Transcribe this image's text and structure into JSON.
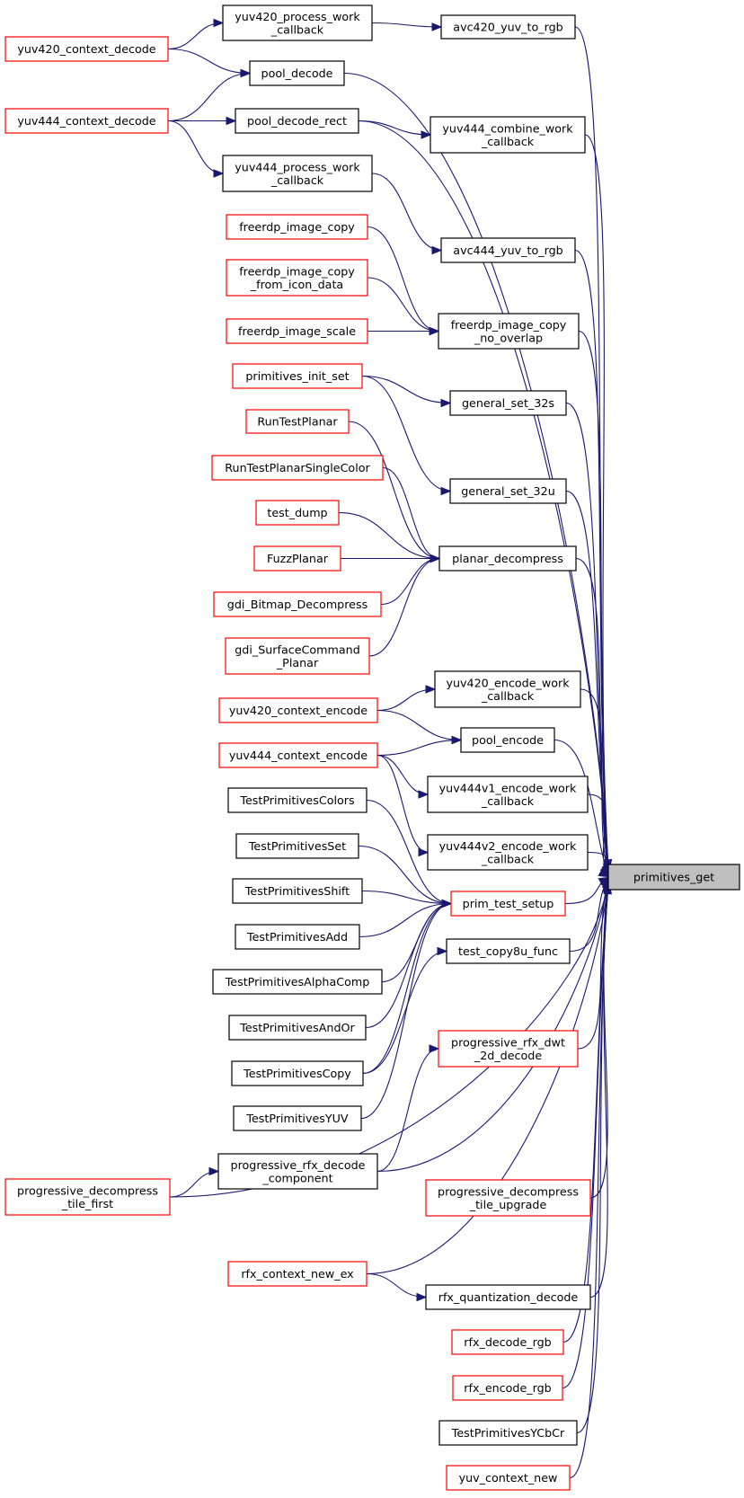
{
  "diagram": {
    "description_kind": "doxygen caller graph",
    "colors": {
      "edge": "#191970",
      "node_border": "#000000",
      "node_border_highlight": "#ff0000",
      "target_fill": "#bfbfbf",
      "background": "#ffffff"
    },
    "target": "primitives_get",
    "nodes": {
      "yuv420_process_work_callback": {
        "lines": [
          "yuv420_process_work",
          "_callback"
        ],
        "style": "normal"
      },
      "avc420_yuv_to_rgb": {
        "lines": [
          "avc420_yuv_to_rgb"
        ],
        "style": "normal"
      },
      "yuv420_context_decode": {
        "lines": [
          "yuv420_context_decode"
        ],
        "style": "red"
      },
      "pool_decode": {
        "lines": [
          "pool_decode"
        ],
        "style": "normal"
      },
      "yuv444_context_decode": {
        "lines": [
          "yuv444_context_decode"
        ],
        "style": "red"
      },
      "pool_decode_rect": {
        "lines": [
          "pool_decode_rect"
        ],
        "style": "normal"
      },
      "yuv444_combine_work_callback": {
        "lines": [
          "yuv444_combine_work",
          "_callback"
        ],
        "style": "normal"
      },
      "yuv444_process_work_callback": {
        "lines": [
          "yuv444_process_work",
          "_callback"
        ],
        "style": "normal"
      },
      "freerdp_image_copy": {
        "lines": [
          "freerdp_image_copy"
        ],
        "style": "red"
      },
      "avc444_yuv_to_rgb": {
        "lines": [
          "avc444_yuv_to_rgb"
        ],
        "style": "normal"
      },
      "freerdp_image_copy_from_icon_data": {
        "lines": [
          "freerdp_image_copy",
          "_from_icon_data"
        ],
        "style": "red"
      },
      "freerdp_image_copy_no_overlap": {
        "lines": [
          "freerdp_image_copy",
          "_no_overlap"
        ],
        "style": "normal"
      },
      "freerdp_image_scale": {
        "lines": [
          "freerdp_image_scale"
        ],
        "style": "red"
      },
      "primitives_init_set": {
        "lines": [
          "primitives_init_set"
        ],
        "style": "red"
      },
      "general_set_32s": {
        "lines": [
          "general_set_32s"
        ],
        "style": "normal"
      },
      "RunTestPlanar": {
        "lines": [
          "RunTestPlanar"
        ],
        "style": "red"
      },
      "RunTestPlanarSingleColor": {
        "lines": [
          "RunTestPlanarSingleColor"
        ],
        "style": "red"
      },
      "general_set_32u": {
        "lines": [
          "general_set_32u"
        ],
        "style": "normal"
      },
      "test_dump": {
        "lines": [
          "test_dump"
        ],
        "style": "red"
      },
      "FuzzPlanar": {
        "lines": [
          "FuzzPlanar"
        ],
        "style": "red"
      },
      "planar_decompress": {
        "lines": [
          "planar_decompress"
        ],
        "style": "normal"
      },
      "gdi_Bitmap_Decompress": {
        "lines": [
          "gdi_Bitmap_Decompress"
        ],
        "style": "red"
      },
      "gdi_SurfaceCommand_Planar": {
        "lines": [
          "gdi_SurfaceCommand",
          "_Planar"
        ],
        "style": "red"
      },
      "yuv420_encode_work_callback": {
        "lines": [
          "yuv420_encode_work",
          "_callback"
        ],
        "style": "normal"
      },
      "yuv420_context_encode": {
        "lines": [
          "yuv420_context_encode"
        ],
        "style": "red"
      },
      "pool_encode": {
        "lines": [
          "pool_encode"
        ],
        "style": "normal"
      },
      "yuv444_context_encode": {
        "lines": [
          "yuv444_context_encode"
        ],
        "style": "red"
      },
      "yuv444v1_encode_work_callback": {
        "lines": [
          "yuv444v1_encode_work",
          "_callback"
        ],
        "style": "normal"
      },
      "TestPrimitivesColors": {
        "lines": [
          "TestPrimitivesColors"
        ],
        "style": "normal"
      },
      "yuv444v2_encode_work_callback": {
        "lines": [
          "yuv444v2_encode_work",
          "_callback"
        ],
        "style": "normal"
      },
      "TestPrimitivesSet": {
        "lines": [
          "TestPrimitivesSet"
        ],
        "style": "normal"
      },
      "primitives_get": {
        "lines": [
          "primitives_get"
        ],
        "style": "target"
      },
      "TestPrimitivesShift": {
        "lines": [
          "TestPrimitivesShift"
        ],
        "style": "normal"
      },
      "prim_test_setup": {
        "lines": [
          "prim_test_setup"
        ],
        "style": "red"
      },
      "TestPrimitivesAdd": {
        "lines": [
          "TestPrimitivesAdd"
        ],
        "style": "normal"
      },
      "test_copy8u_func": {
        "lines": [
          "test_copy8u_func"
        ],
        "style": "normal"
      },
      "TestPrimitivesAlphaComp": {
        "lines": [
          "TestPrimitivesAlphaComp"
        ],
        "style": "normal"
      },
      "TestPrimitivesAndOr": {
        "lines": [
          "TestPrimitivesAndOr"
        ],
        "style": "normal"
      },
      "progressive_rfx_dwt_2d_decode": {
        "lines": [
          "progressive_rfx_dwt",
          "_2d_decode"
        ],
        "style": "red"
      },
      "TestPrimitivesCopy": {
        "lines": [
          "TestPrimitivesCopy"
        ],
        "style": "normal"
      },
      "TestPrimitivesYUV": {
        "lines": [
          "TestPrimitivesYUV"
        ],
        "style": "normal"
      },
      "progressive_decompress_tile_first": {
        "lines": [
          "progressive_decompress",
          "_tile_first"
        ],
        "style": "red"
      },
      "progressive_rfx_decode_component": {
        "lines": [
          "progressive_rfx_decode",
          "_component"
        ],
        "style": "normal"
      },
      "progressive_decompress_tile_upgrade": {
        "lines": [
          "progressive_decompress",
          "_tile_upgrade"
        ],
        "style": "red"
      },
      "rfx_context_new_ex": {
        "lines": [
          "rfx_context_new_ex"
        ],
        "style": "red"
      },
      "rfx_quantization_decode": {
        "lines": [
          "rfx_quantization_decode"
        ],
        "style": "normal"
      },
      "rfx_decode_rgb": {
        "lines": [
          "rfx_decode_rgb"
        ],
        "style": "red"
      },
      "rfx_encode_rgb": {
        "lines": [
          "rfx_encode_rgb"
        ],
        "style": "red"
      },
      "TestPrimitivesYCbCr": {
        "lines": [
          "TestPrimitivesYCbCr"
        ],
        "style": "normal"
      },
      "yuv_context_new": {
        "lines": [
          "yuv_context_new"
        ],
        "style": "red"
      }
    },
    "edges": [
      [
        "yuv420_context_decode",
        "yuv420_process_work_callback"
      ],
      [
        "yuv420_process_work_callback",
        "avc420_yuv_to_rgb"
      ],
      [
        "avc420_yuv_to_rgb",
        "primitives_get"
      ],
      [
        "yuv420_context_decode",
        "pool_decode"
      ],
      [
        "yuv444_context_decode",
        "pool_decode"
      ],
      [
        "pool_decode",
        "primitives_get"
      ],
      [
        "yuv444_context_decode",
        "pool_decode_rect"
      ],
      [
        "pool_decode_rect",
        "yuv444_combine_work_callback"
      ],
      [
        "pool_decode_rect",
        "primitives_get"
      ],
      [
        "yuv444_combine_work_callback",
        "primitives_get"
      ],
      [
        "yuv444_context_decode",
        "yuv444_process_work_callback"
      ],
      [
        "yuv444_process_work_callback",
        "avc444_yuv_to_rgb"
      ],
      [
        "avc444_yuv_to_rgb",
        "primitives_get"
      ],
      [
        "freerdp_image_copy",
        "freerdp_image_copy_no_overlap"
      ],
      [
        "freerdp_image_copy_from_icon_data",
        "freerdp_image_copy_no_overlap"
      ],
      [
        "freerdp_image_scale",
        "freerdp_image_copy_no_overlap"
      ],
      [
        "freerdp_image_copy_no_overlap",
        "primitives_get"
      ],
      [
        "primitives_init_set",
        "general_set_32s"
      ],
      [
        "primitives_init_set",
        "general_set_32u"
      ],
      [
        "general_set_32s",
        "primitives_get"
      ],
      [
        "general_set_32u",
        "primitives_get"
      ],
      [
        "RunTestPlanar",
        "planar_decompress"
      ],
      [
        "RunTestPlanarSingleColor",
        "planar_decompress"
      ],
      [
        "test_dump",
        "planar_decompress"
      ],
      [
        "FuzzPlanar",
        "planar_decompress"
      ],
      [
        "gdi_Bitmap_Decompress",
        "planar_decompress"
      ],
      [
        "gdi_SurfaceCommand_Planar",
        "planar_decompress"
      ],
      [
        "planar_decompress",
        "primitives_get"
      ],
      [
        "yuv420_context_encode",
        "yuv420_encode_work_callback"
      ],
      [
        "yuv420_encode_work_callback",
        "primitives_get"
      ],
      [
        "yuv420_context_encode",
        "pool_encode"
      ],
      [
        "yuv444_context_encode",
        "pool_encode"
      ],
      [
        "pool_encode",
        "primitives_get"
      ],
      [
        "yuv444_context_encode",
        "yuv444v1_encode_work_callback"
      ],
      [
        "yuv444_context_encode",
        "yuv444v2_encode_work_callback"
      ],
      [
        "yuv444v1_encode_work_callback",
        "primitives_get"
      ],
      [
        "yuv444v2_encode_work_callback",
        "primitives_get"
      ],
      [
        "TestPrimitivesColors",
        "prim_test_setup"
      ],
      [
        "TestPrimitivesSet",
        "prim_test_setup"
      ],
      [
        "TestPrimitivesShift",
        "prim_test_setup"
      ],
      [
        "TestPrimitivesAdd",
        "prim_test_setup"
      ],
      [
        "TestPrimitivesAlphaComp",
        "prim_test_setup"
      ],
      [
        "TestPrimitivesAndOr",
        "prim_test_setup"
      ],
      [
        "TestPrimitivesCopy",
        "prim_test_setup"
      ],
      [
        "TestPrimitivesYUV",
        "prim_test_setup"
      ],
      [
        "prim_test_setup",
        "primitives_get"
      ],
      [
        "TestPrimitivesCopy",
        "test_copy8u_func"
      ],
      [
        "test_copy8u_func",
        "primitives_get"
      ],
      [
        "progressive_rfx_decode_component",
        "progressive_rfx_dwt_2d_decode"
      ],
      [
        "progressive_rfx_dwt_2d_decode",
        "primitives_get"
      ],
      [
        "progressive_decompress_tile_first",
        "progressive_rfx_decode_component"
      ],
      [
        "progressive_rfx_decode_component",
        "primitives_get"
      ],
      [
        "progressive_decompress_tile_first",
        "primitives_get"
      ],
      [
        "progressive_decompress_tile_upgrade",
        "primitives_get"
      ],
      [
        "rfx_context_new_ex",
        "primitives_get"
      ],
      [
        "rfx_context_new_ex",
        "rfx_quantization_decode"
      ],
      [
        "rfx_quantization_decode",
        "primitives_get"
      ],
      [
        "rfx_decode_rgb",
        "primitives_get"
      ],
      [
        "rfx_encode_rgb",
        "primitives_get"
      ],
      [
        "TestPrimitivesYCbCr",
        "primitives_get"
      ],
      [
        "yuv_context_new",
        "primitives_get"
      ]
    ]
  }
}
